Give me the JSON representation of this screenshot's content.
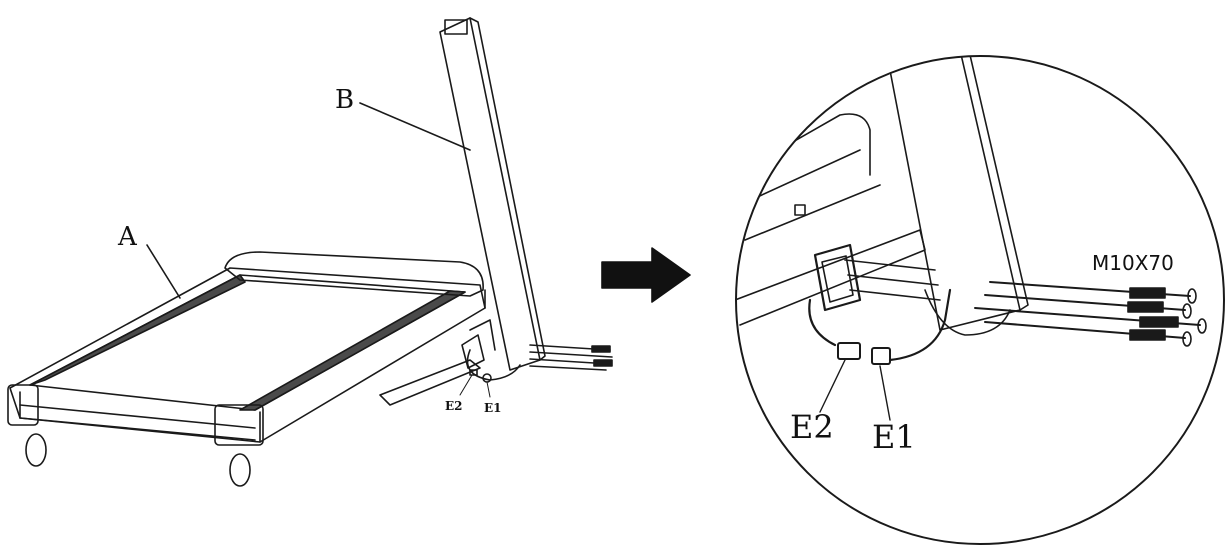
{
  "labels": {
    "treadmill_base": "A",
    "upright_post": "B",
    "cable_e1_small": "E1",
    "cable_e2_small": "E2",
    "cable_e1_large": "E1",
    "cable_e2_large": "E2",
    "bolt_spec": "M10X70"
  },
  "colors": {
    "line": "#1a1a1a",
    "belt": "#4a4a4a",
    "arrow": "#111111",
    "background": "#ffffff"
  }
}
